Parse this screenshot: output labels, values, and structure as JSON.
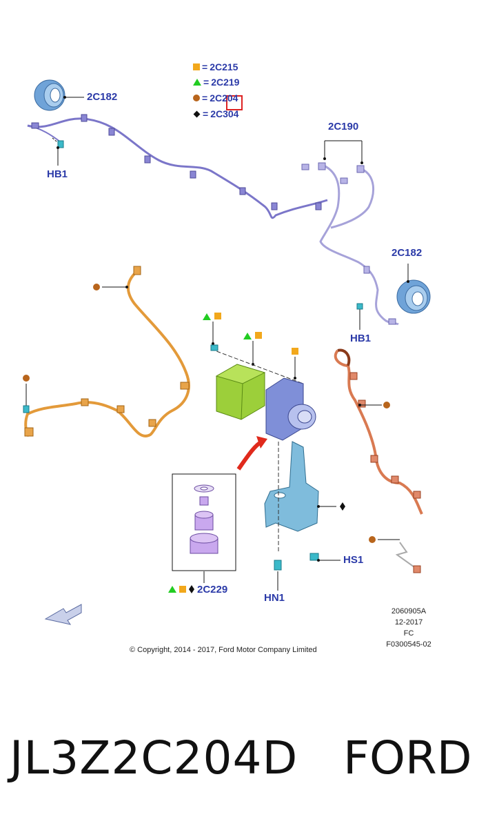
{
  "legend": [
    {
      "symbol": "square",
      "code": "2C215"
    },
    {
      "symbol": "triangle",
      "code": "2C219"
    },
    {
      "symbol": "dot",
      "code": "2C204"
    },
    {
      "symbol": "diamond",
      "code": "2C304"
    }
  ],
  "legend_equals": "=",
  "labels": {
    "ring_top_left": "2C182",
    "hb1_top": "HB1",
    "harness_2c190": "2C190",
    "ring_right": "2C182",
    "hb1_right": "HB1",
    "hs1": "HS1",
    "hn1": "HN1",
    "kit_2c229": "2C229"
  },
  "illustration_codes": [
    "2060905A",
    "12-2017",
    "FC",
    "F0300545-02"
  ],
  "copyright": "© Copyright, 2014 - 2017, Ford Motor Company Limited",
  "part_number": "JL3Z2C204D",
  "brand": "FORD",
  "colors": {
    "label_blue": "#2b3aa8",
    "square_orange": "#f2a81c",
    "triangle_green": "#22cc22",
    "dot_brown": "#b8651c",
    "highlight_red": "#dd2222"
  }
}
